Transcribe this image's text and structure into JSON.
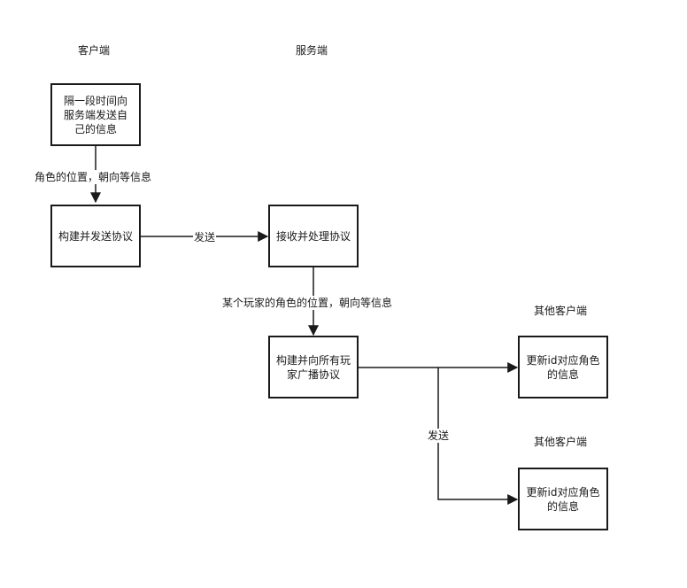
{
  "headers": {
    "client": "客户端",
    "server": "服务端",
    "other_client_1": "其他客户端",
    "other_client_2": "其他客户端"
  },
  "nodes": {
    "send_self_info": "隔一段时间向服务端发送自己的信息",
    "build_send": "构建并发送协议",
    "receive_process": "接收并处理协议",
    "build_broadcast": "构建并向所有玩家广播协议",
    "update_1": "更新id对应角色的信息",
    "update_2": "更新id对应角色的信息"
  },
  "edges": {
    "role_pos_dir": "角色的位置，朝向等信息",
    "send_1": "发送",
    "player_role_pos_dir": "某个玩家的角色的位置，朝向等信息",
    "send_2": "发送"
  },
  "colors": {
    "stroke": "#1a1a1a",
    "background": "#ffffff"
  }
}
